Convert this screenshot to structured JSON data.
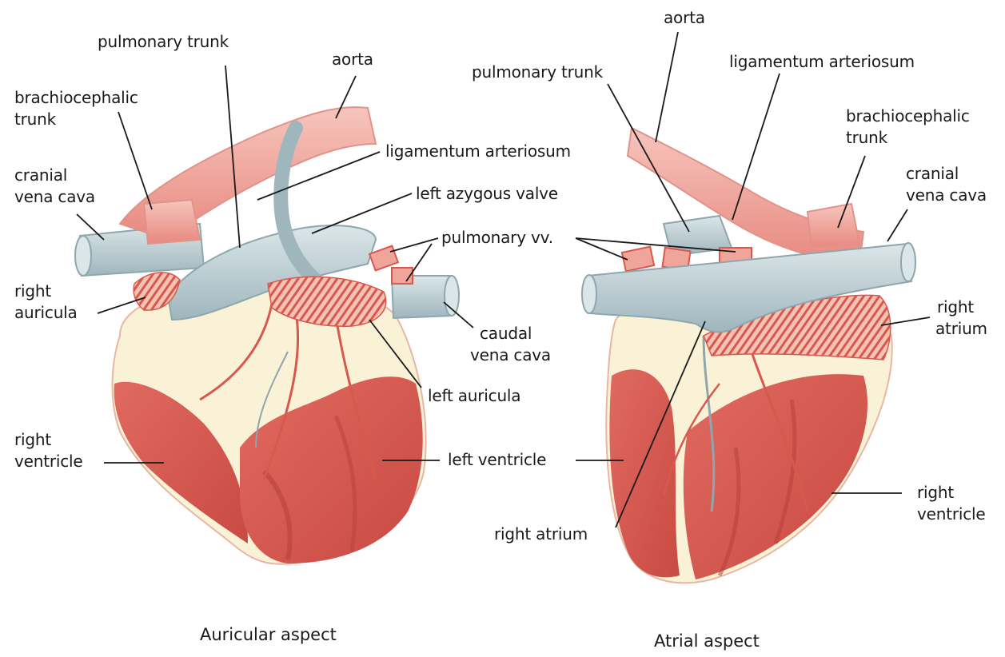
{
  "left_view": {
    "caption": "Auricular aspect",
    "labels": {
      "pulmonary_trunk": "pulmonary trunk",
      "aorta": "aorta",
      "brachiocephalic_trunk_1": "brachiocephalic",
      "brachiocephalic_trunk_2": "trunk",
      "ligamentum_arteriosum": "ligamentum arteriosum",
      "cranial_vena_cava_1": "cranial",
      "cranial_vena_cava_2": "vena cava",
      "left_azygous_valve": "left azygous valve",
      "right_auricula_1": "right",
      "right_auricula_2": "auricula",
      "caudal_vena_cava_1": "caudal",
      "caudal_vena_cava_2": "vena cava",
      "left_auricula": "left auricula",
      "right_ventricle_1": "right",
      "right_ventricle_2": "ventricle"
    }
  },
  "shared": {
    "pulmonary_vv": "pulmonary vv.",
    "left_ventricle": "left ventricle",
    "right_atrium": "right atrium"
  },
  "right_view": {
    "caption": "Atrial aspect",
    "labels": {
      "aorta": "aorta",
      "pulmonary_trunk": "pulmonary trunk",
      "ligamentum_arteriosum": "ligamentum arteriosum",
      "brachiocephalic_trunk_1": "brachiocephalic",
      "brachiocephalic_trunk_2": "trunk",
      "cranial_vena_cava_1": "cranial",
      "cranial_vena_cava_2": "vena cava",
      "right_atrium_1": "right",
      "right_atrium_2": "atrium",
      "right_ventricle_1": "right",
      "right_ventricle_2": "ventricle"
    }
  },
  "colors": {
    "muscle": "#d7574f",
    "muscle_dark": "#b8423c",
    "fat": "#faf2d6",
    "vessel_red": "#f2b1a8",
    "vessel_blue": "#c9d6da",
    "vessel_blue_dark": "#8ea6ad",
    "line": "#1a1a1a"
  }
}
